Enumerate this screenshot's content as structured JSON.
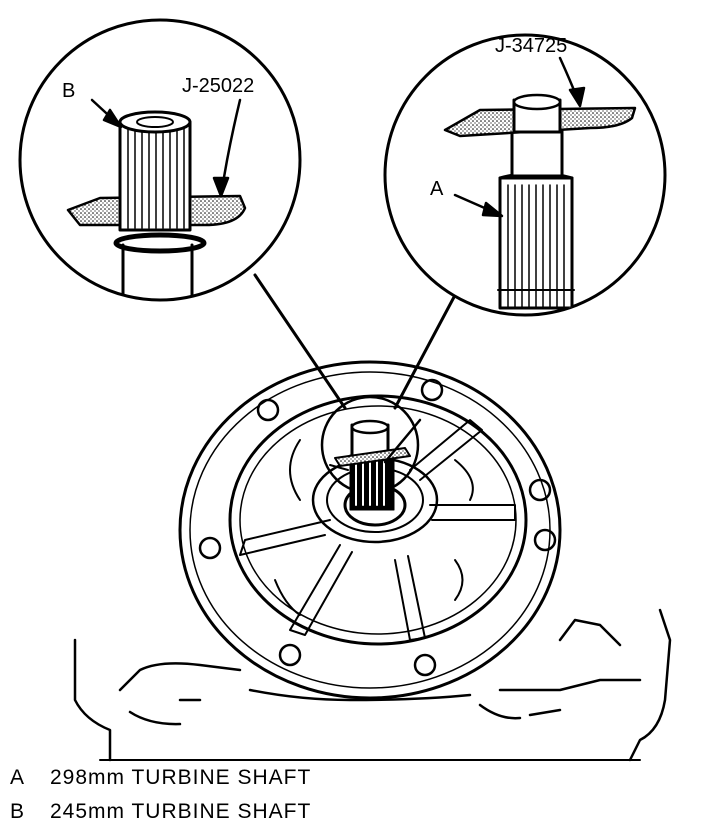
{
  "callouts": {
    "a": "A",
    "b": "B",
    "tool_left": "J-25022",
    "tool_right": "J-34725"
  },
  "legend": [
    {
      "key": "A",
      "text": "298mm TURBINE SHAFT"
    },
    {
      "key": "B",
      "text": "245mm TURBINE SHAFT"
    }
  ],
  "colors": {
    "ink": "#000000",
    "paper": "#ffffff"
  }
}
